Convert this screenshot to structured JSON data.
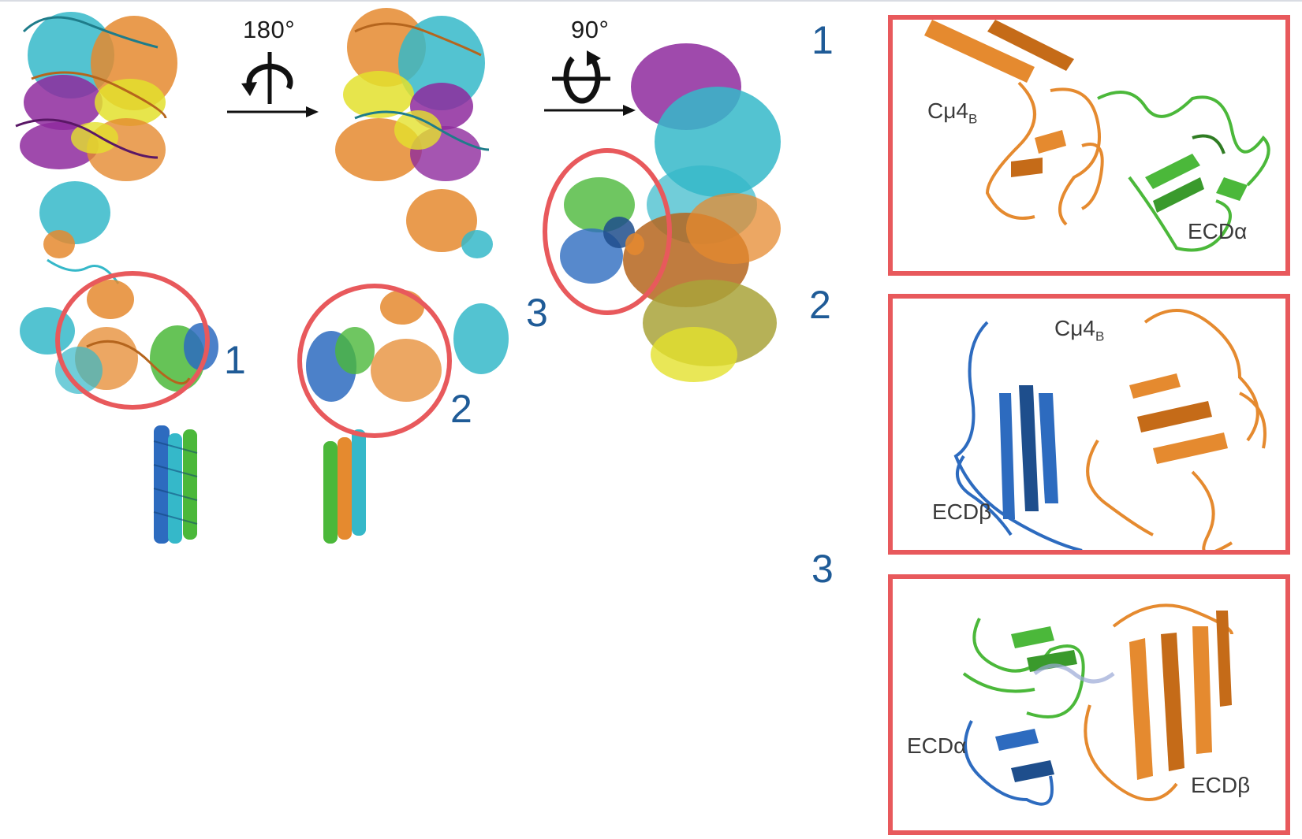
{
  "rotations": [
    {
      "angle": "180°",
      "axis_icon": "vertical-axis-rotation-icon"
    },
    {
      "angle": "90°",
      "axis_icon": "horizontal-axis-rotation-icon"
    }
  ],
  "site_numbers": [
    "1",
    "2",
    "3"
  ],
  "panels": [
    {
      "number": "1",
      "labels": [
        {
          "main": "Cμ4",
          "sub": "B"
        },
        {
          "main": "ECDα",
          "sub": ""
        }
      ]
    },
    {
      "number": "2",
      "labels": [
        {
          "main": "ECDβ",
          "sub": ""
        },
        {
          "main": "Cμ4",
          "sub": "B"
        }
      ]
    },
    {
      "number": "3",
      "labels": [
        {
          "main": "ECDα",
          "sub": ""
        },
        {
          "main": "ECDβ",
          "sub": ""
        }
      ]
    }
  ],
  "colors": {
    "highlight": "#e8595c",
    "number": "#1f5b97",
    "cyan": "#35b8c9",
    "orange": "#e58a2f",
    "purple": "#8e2a9e",
    "yellow": "#e3e12d",
    "green": "#4bb83a",
    "blue": "#2d6bbf",
    "olive": "#a9a33a"
  }
}
